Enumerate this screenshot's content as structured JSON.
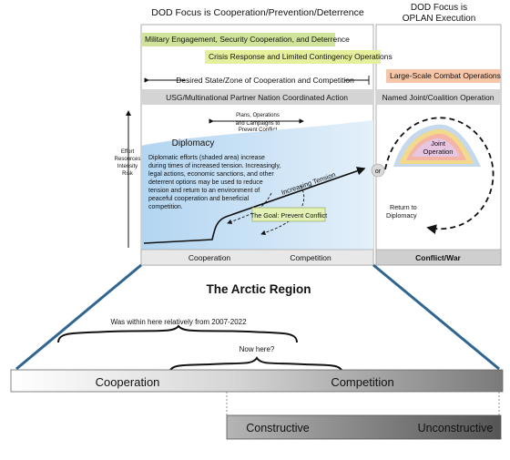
{
  "top": {
    "dod_focus_left": "DOD Focus is Cooperation/Prevention/Deterrence",
    "dod_focus_right_line1": "DOD Focus is",
    "dod_focus_right_line2": "OPLAN Execution",
    "bands": {
      "military_engagement": "Military Engagement, Security Cooperation, and Deterrence",
      "crisis_response": "Crisis Response and Limited Contingency Operations",
      "large_scale": "Large-Scale Combat Operations",
      "desired_state": "Desired State/Zone of Cooperation and Competition",
      "usg_action": "USG/Multinational Partner Nation Coordinated Action",
      "named_joint": "Named Joint/Coalition Operation"
    },
    "plans_note": [
      "Plans, Operations",
      "and Campaigns to",
      "Prevent Conflict"
    ],
    "y_axis": [
      "Effort",
      "Resources",
      "Intensity",
      "Risk"
    ],
    "diplomacy_title": "Diplomacy",
    "diplomacy_text": [
      "Diplomatic efforts (shaded area) increase",
      "during times of increased tension. Increasingly,",
      "legal actions, economic sanctions, and other",
      "deterrent options may be used to reduce",
      "tension and return to an environment of",
      "peaceful cooperation and beneficial",
      "competition."
    ],
    "increasing_tension": "Increasing Tension",
    "or_label": "or",
    "goal": "The Goal: Prevent Conflict",
    "joint_operation": [
      "Joint",
      "Operation"
    ],
    "return_to_diplomacy": [
      "Return to",
      "Diplomacy"
    ],
    "footer_cooperation": "Cooperation",
    "footer_competition": "Competition",
    "footer_conflict": "Conflict/War"
  },
  "arctic": {
    "title": "The Arctic Region",
    "was_within": "Was within here relatively from 2007-2022",
    "now_here": "Now here?",
    "bar_left": "Cooperation",
    "bar_right": "Competition",
    "sub_left": "Constructive",
    "sub_right": "Unconstructive"
  },
  "colors": {
    "military_engagement": "#cfe39a",
    "crisis_response": "#e6ef9c",
    "large_scale": "#f6c6a8",
    "gray_band": "#d4d4d4",
    "diplomacy_blue": "#b8d8f3",
    "goal_box": "#e3f1b5",
    "trapezoid": "#2f6590"
  }
}
